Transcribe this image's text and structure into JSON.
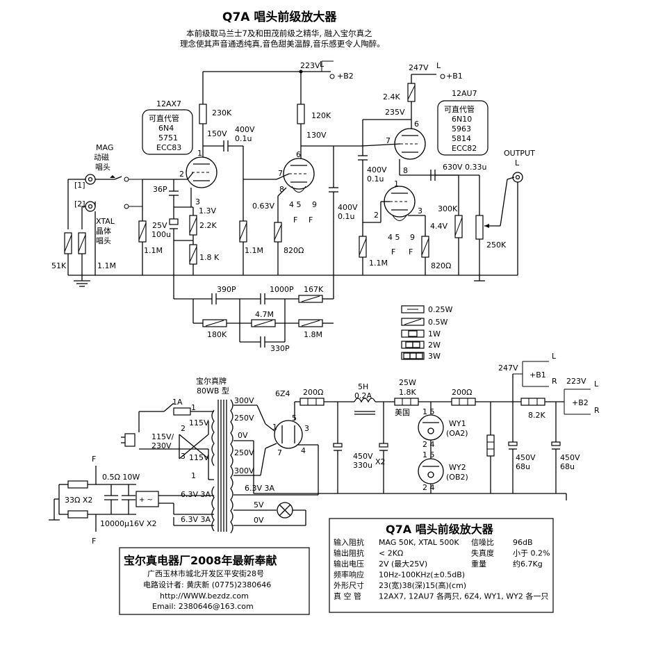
{
  "title": "Q7A 唱头前级放大器",
  "intro": [
    "本前级取马兰士7及和田茂前级之精华, 融入宝尔真之",
    "理念使其声音通透纯真,音色甜美温醇,音乐感更令人陶醉。"
  ],
  "tube_box_1": {
    "tube": "12AX7",
    "heading": "可直代管",
    "subs": [
      "6N4",
      "5751",
      "ECC83"
    ]
  },
  "tube_box_2": {
    "tube": "12AU7",
    "heading": "可直代管",
    "subs": [
      "6N10",
      "5963",
      "5814",
      "ECC82"
    ]
  },
  "inputs": {
    "mag": [
      "MAG",
      "动磁",
      "唱头"
    ],
    "xtal": [
      "XTAL",
      "晶体",
      "唱头"
    ],
    "sel1": "[1]",
    "sel2": "[2]"
  },
  "output": {
    "label": "OUTPUT",
    "ch": "L"
  },
  "rails": {
    "b2_v": "223V",
    "b2_ch": "L",
    "b2": "+B2",
    "b1_v": "247V",
    "b1_ch": "L",
    "b1": "+B1"
  },
  "amp_labels": {
    "r230k": "230K",
    "v150": "150V",
    "c400v_1": "400V",
    "c01u_1": "0.1u",
    "r120k": "120K",
    "v130": "130V",
    "r2_4k": "2.4K",
    "v235": "235V",
    "c36p": "36P",
    "c25v": "25V",
    "c100u": "100u",
    "v1_3": "1.3V",
    "r2_2k": "2.2K",
    "r1_8k": "1.8 K",
    "r1_1m_a": "1.1M",
    "r1_1m_b": "1.1M",
    "r1_1m_c": "1.1M",
    "r1_1m_d": "1.1M",
    "r51k": "51K",
    "v0_63": "0.63V",
    "r820_a": "820Ω",
    "r820_b": "820Ω",
    "f_a": "F",
    "f_b": "F",
    "f_c": "F",
    "f_d": "F",
    "c400v_2": "400V",
    "c01u_2": "0.1u",
    "c400v_3": "400V",
    "c01u_3": "0.1u",
    "c630v": "630V 0.33u",
    "r300k": "300K",
    "r250k": "250K",
    "v4_4": "4.4V",
    "pin1": "1",
    "pin2": "2",
    "pin3": "3",
    "pin6": "6",
    "pin7": "7",
    "pin8": "8",
    "pin45": "4 5",
    "pin9": "9",
    "p2_7": "7",
    "p2_8": "8",
    "p2_45": "4 5",
    "p2_9": "9",
    "p2_6": "6",
    "p3_1": "1",
    "p3_2": "2",
    "p3_3": "3",
    "p3_45": "4 5",
    "p3_9": "9",
    "p3_8": "8",
    "p3_7": "7",
    "p3_6": "6"
  },
  "riaa": {
    "c390p": "390P",
    "c1000p": "1000P",
    "r167k": "167K",
    "r180k": "180K",
    "r4_7m": "4.7M",
    "r1_8m": "1.8M",
    "c330p": "330P"
  },
  "legend": [
    {
      "label": "0.25W",
      "style": "plain"
    },
    {
      "label": "0.5W",
      "style": "slash"
    },
    {
      "label": "1W",
      "style": "single"
    },
    {
      "label": "2W",
      "style": "double"
    },
    {
      "label": "3W",
      "style": "triple"
    }
  ],
  "psu": {
    "transformer": [
      "宝尔真牌",
      "80WB 型"
    ],
    "fuse": "1A",
    "mains": [
      "115V/",
      "230V"
    ],
    "pri_a": "115V",
    "pri_b": "115V",
    "pri_pin2": "2",
    "pri_pin3_a": "1",
    "pri_pin3": "3",
    "pri_pin1": "1",
    "taps": [
      "300V",
      "250V",
      "0V",
      "250V",
      "300V"
    ],
    "heaters": [
      "6.3V 3A",
      "6.3V 3A"
    ],
    "h_out": "6.3V 3A",
    "lamp_5v": "5V",
    "lamp_0v": "0V",
    "rect": "6Z4",
    "rect_pins": [
      "1",
      "5",
      "3",
      "7",
      "4"
    ],
    "r200_1": "200Ω",
    "choke": [
      "5H",
      "0.2A"
    ],
    "r1_8k": [
      "25W",
      "1.8K"
    ],
    "r_us": "美国",
    "r200_2": "200Ω",
    "c450_1": [
      "450V",
      "330u",
      "X2"
    ],
    "wy1": [
      "WY1",
      "(OA2)"
    ],
    "wy2": [
      "WY2",
      "(OB2)"
    ],
    "wy_pins": [
      "1 5",
      "2 4",
      "1 5",
      "2 4"
    ],
    "c450_2": [
      "450V",
      "68u"
    ],
    "c450_3": [
      "450V",
      "68u"
    ],
    "r8_2k": "8.2K",
    "b1_v": "247V",
    "b1": "+B1",
    "b1_l": "L",
    "b1_r": "R",
    "b2_v": "223V",
    "b2": "+B2",
    "b2_l": "L",
    "b2_r": "R",
    "heater_r": "0.5Ω 10W",
    "r33": "33Ω X2",
    "cap10000": "10000μ16V  X2",
    "f_top": "F",
    "f_bot": "F"
  },
  "maker": {
    "name": "宝尔真电器厂2008年最新奉献",
    "address": "广西玉林市城北开发区平安街28号",
    "designer": "电路设计者: 黄庆新   (0775)2380646",
    "web": "http://WWW.bezdz.com",
    "email": "Email: 2380646@163.com"
  },
  "specs": {
    "title": "Q7A  唱头前级放大器",
    "rows": [
      {
        "k": "输入阻抗",
        "v": "MAG 50K, XTAL 500K",
        "k2": "信噪比",
        "v2": "96dB"
      },
      {
        "k": "输出阻抗",
        "v": "< 2KΩ",
        "k2": "失真度",
        "v2": "小于 0.2%"
      },
      {
        "k": "输出电压",
        "v": "2V (最大25V)",
        "k2": "重量",
        "v2": "约6.7Kg"
      },
      {
        "k": "频率响应",
        "v": "10Hz-100KHz(±0.5dB)",
        "k2": "",
        "v2": ""
      },
      {
        "k": "外形尺寸",
        "v": "23(宽)38(深)15(高)(cm)",
        "k2": "",
        "v2": ""
      },
      {
        "k": "真 空 管",
        "v": "12AX7, 12AU7 各两只, 6Z4, WY1, WY2 各一只",
        "k2": "",
        "v2": ""
      }
    ]
  }
}
